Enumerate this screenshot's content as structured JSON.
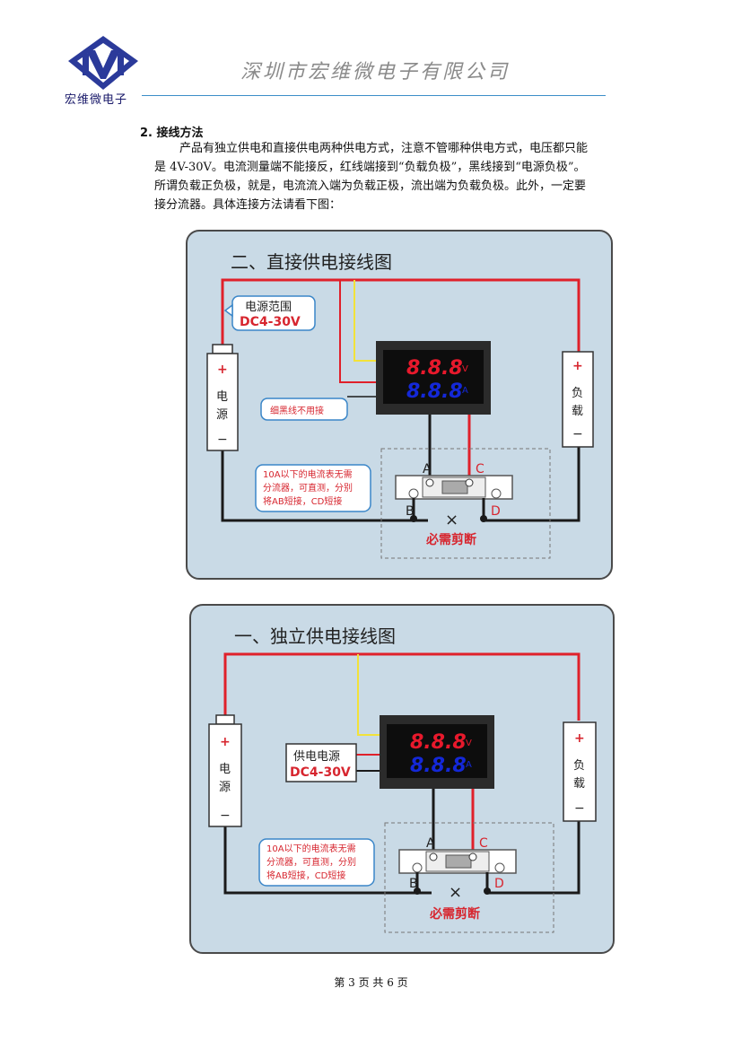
{
  "header": {
    "logo_text": "宏维微电子",
    "company": "深圳市宏维微电子有限公司"
  },
  "section": {
    "title": "2. 接线方法",
    "lines": [
      "产品有独立供电和直接供电两种供电方式，注意不管哪种供电方式，电压都只能",
      "是 4V-30V。电流测量端不能接反，红线端接到“负载负极”，黑线接到“电源负极”。",
      "所谓负载正负极，就是，电流流入端为负载正极，流出端为负载负极。此外，一定要",
      "接分流器。具体连接方法请看下图："
    ]
  },
  "diagram_direct": {
    "title": "二、直接供电接线图",
    "range_label": "电源范围",
    "range_value": "DC4-30V",
    "meter_digits": "8.8.8",
    "unit_v": "V",
    "unit_a": "A",
    "thin_wire_note": "细黑线不用接",
    "source_plus": "+",
    "source_label_1": "电",
    "source_label_2": "源",
    "source_minus": "−",
    "load_plus": "+",
    "load_label_1": "负",
    "load_label_2": "载",
    "load_minus": "−",
    "shunt_note_1": "10A以下的电流表无需",
    "shunt_note_2": "分流器，可直测，分别",
    "shunt_note_3": "将AB短接，CD短接",
    "term_a": "A",
    "term_b": "B",
    "term_c": "C",
    "term_d": "D",
    "cut_mark": "×",
    "cut_note": "必需剪断"
  },
  "diagram_independent": {
    "title": "一、独立供电接线图",
    "supply_label": "供电电源",
    "supply_value": "DC4-30V",
    "meter_digits": "8.8.8",
    "unit_v": "V",
    "unit_a": "A",
    "source_plus": "+",
    "source_label_1": "电",
    "source_label_2": "源",
    "source_minus": "−",
    "load_plus": "+",
    "load_label_1": "负",
    "load_label_2": "载",
    "load_minus": "−",
    "shunt_note_1": "10A以下的电流表无需",
    "shunt_note_2": "分流器，可直测，分别",
    "shunt_note_3": "将AB短接，CD短接",
    "term_a": "A",
    "term_b": "B",
    "term_c": "C",
    "term_d": "D",
    "cut_mark": "×",
    "cut_note": "必需剪断"
  },
  "footer": "第 3 页 共 6 页",
  "colors": {
    "panel_bg": "#c9dae6",
    "wire_red": "#e0202a",
    "wire_black": "#1a1a1a",
    "wire_yellow": "#f2e23a",
    "digit_red": "#e8192c",
    "digit_blue": "#1428d8",
    "callout_border": "#3a86c8",
    "label_red": "#d7262f",
    "logo_blue": "#2b3a9a"
  }
}
